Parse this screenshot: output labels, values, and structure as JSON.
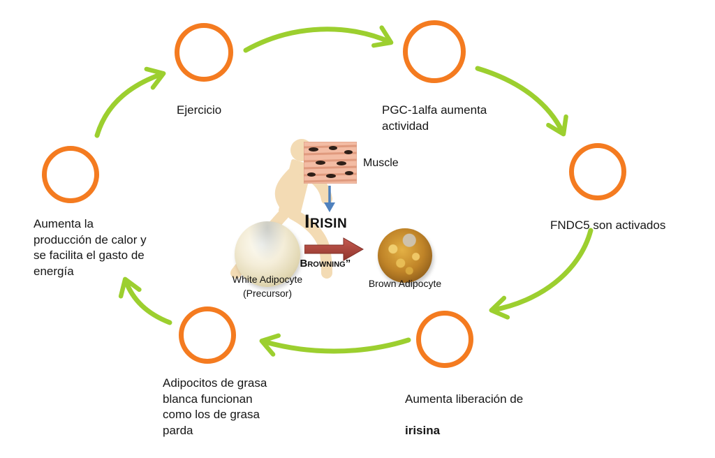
{
  "diagram": {
    "nodes": [
      {
        "id": "ejercicio",
        "label": "Ejercicio"
      },
      {
        "id": "pgc1alfa",
        "label": "PGC-1alfa aumenta\nactividad"
      },
      {
        "id": "fndc5",
        "label": "FNDC5 son activados"
      },
      {
        "id": "irisina",
        "label_line1": "Aumenta liberación de",
        "label_bold": "irisina"
      },
      {
        "id": "adipocitos",
        "label": "Adipocitos de grasa\nblanca funcionan\ncomo los de grasa\nparda"
      },
      {
        "id": "calor",
        "label": "Aumenta la\nproducción de calor y\nse facilita el gasto de\nenergía"
      }
    ],
    "center": {
      "muscle_label": "Muscle",
      "irisin_label": "Irisin",
      "browning_label": "“Browning”",
      "white_adipocyte_label": "White Adipocyte",
      "white_adipocyte_sublabel": "(Precursor)",
      "brown_adipocyte_label": "Brown Adipocyte"
    },
    "colors": {
      "node_ring": "#F47B20",
      "flow_arrow": "#9CCF2F",
      "browning_arrow": "#B5473D",
      "muscle_arrow": "#4F81BD",
      "runner_silhouette": "#F1D5A8"
    }
  }
}
